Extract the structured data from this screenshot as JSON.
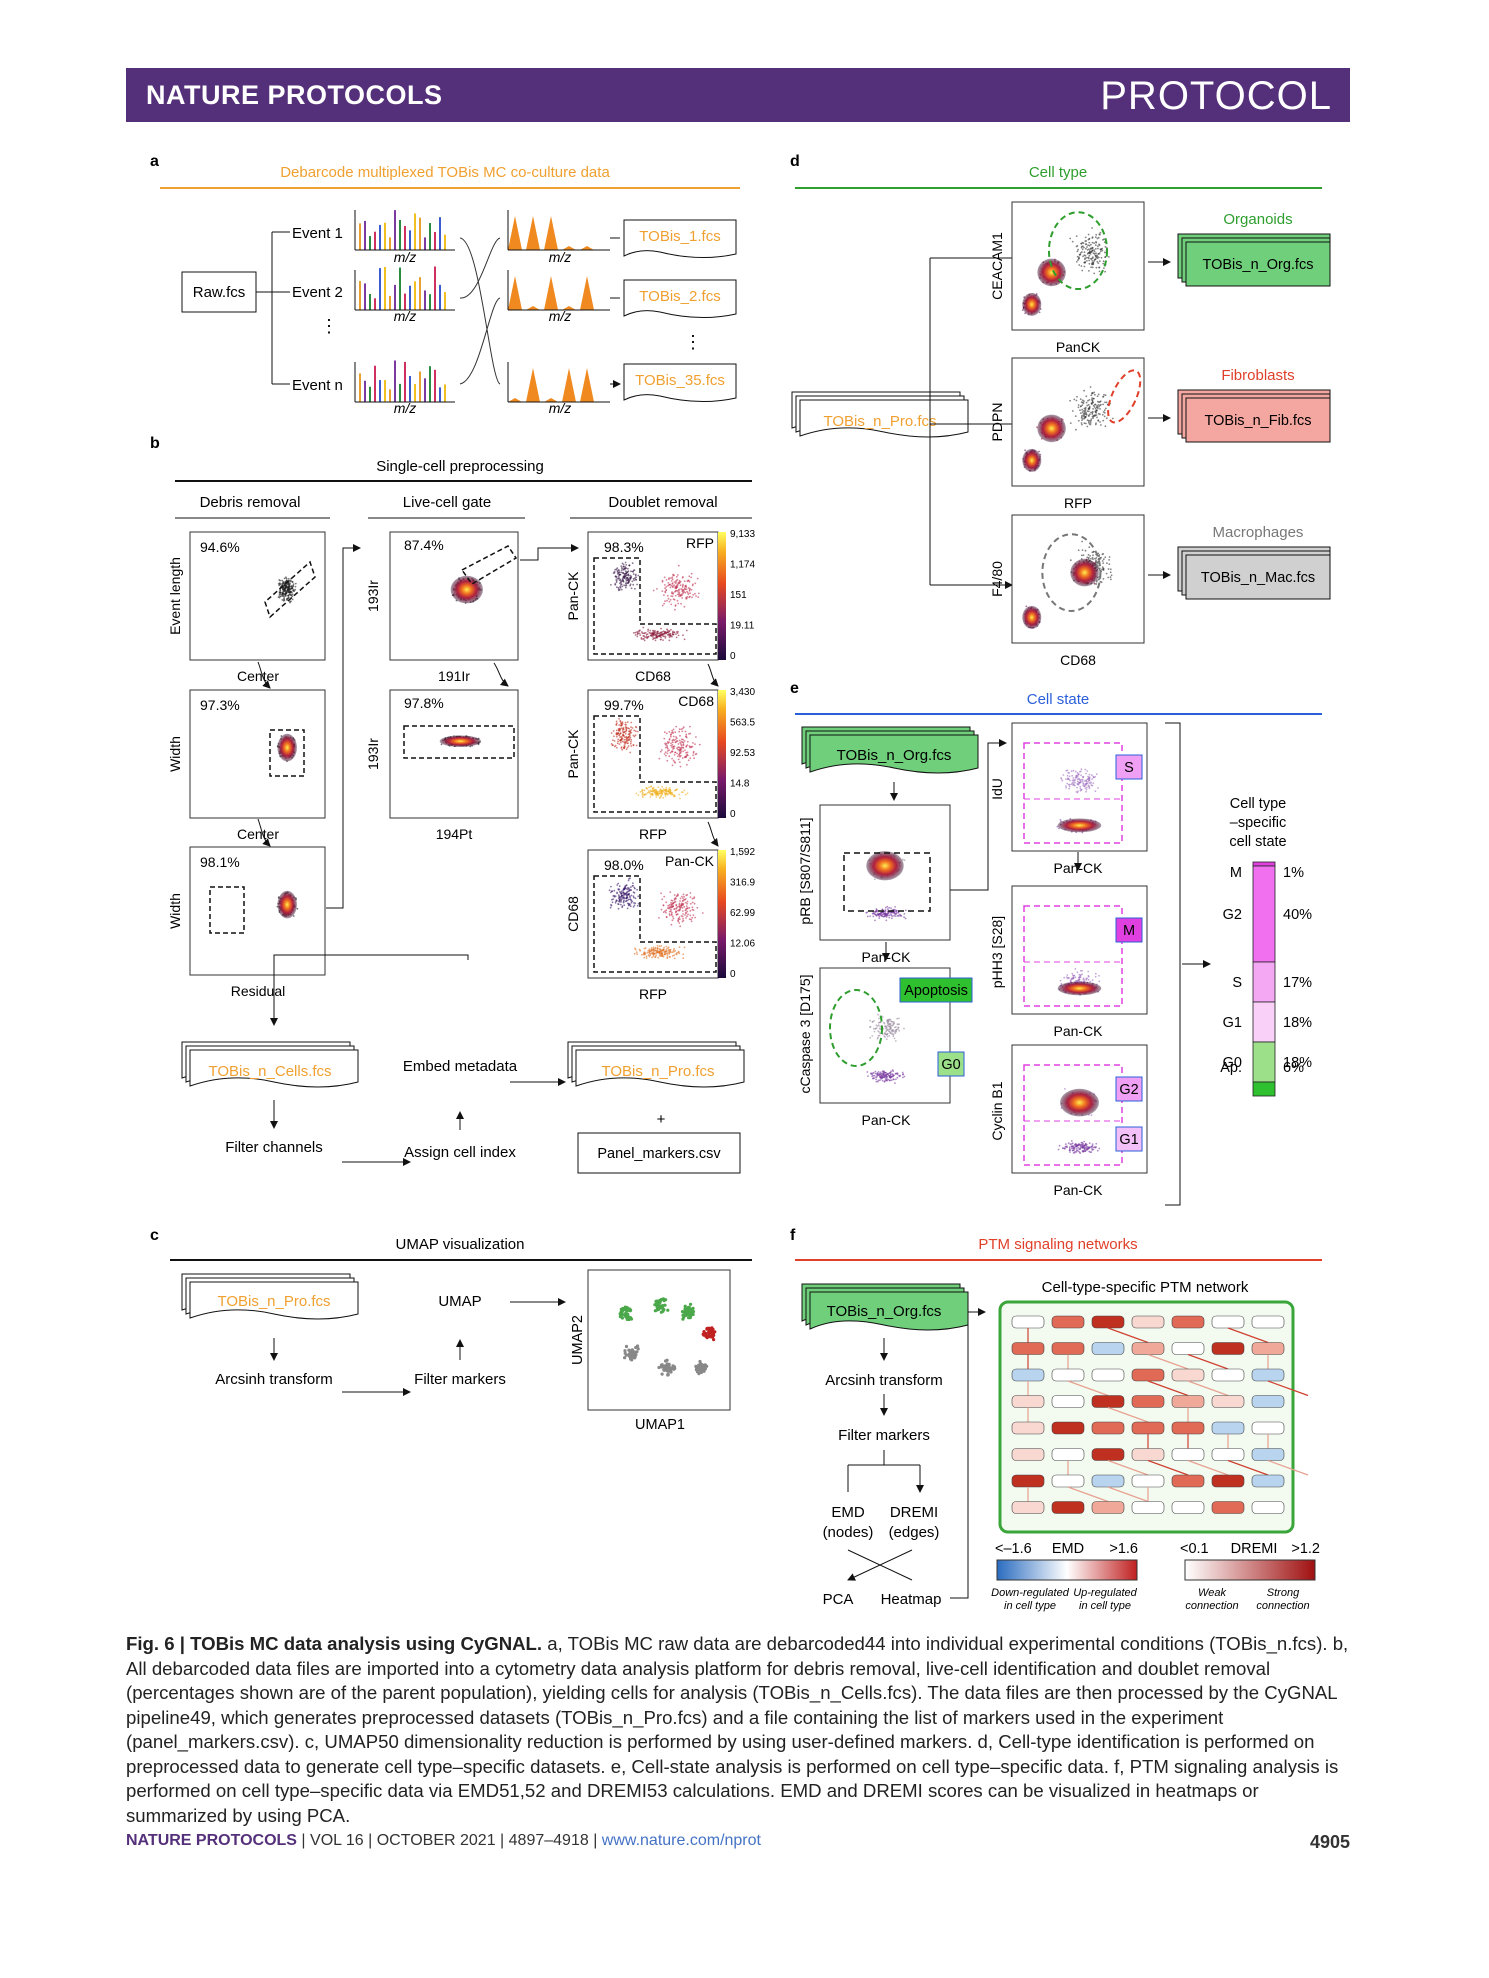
{
  "header": {
    "journal": "NATURE PROTOCOLS",
    "kind": "PROTOCOL"
  },
  "panel_a": {
    "letter": "a",
    "title": "Debarcode multiplexed TOBis MC co-culture data",
    "raw": "Raw.fcs",
    "events": [
      "Event 1",
      "Event 2",
      "Event n"
    ],
    "axis": "m/z",
    "outputs": [
      "TOBis_1.fcs",
      "TOBis_2.fcs",
      "TOBis_35.fcs"
    ]
  },
  "panel_b": {
    "letter": "b",
    "title": "Single-cell preprocessing",
    "columns": [
      "Debris removal",
      "Live-cell gate",
      "Doublet removal"
    ],
    "debris_plots": [
      {
        "pct": "94.6%",
        "x": "Center",
        "y": "Event length"
      },
      {
        "pct": "97.3%",
        "x": "Center",
        "y": "Width"
      },
      {
        "pct": "98.1%",
        "x": "Residual",
        "y": "Width"
      }
    ],
    "live_plots": [
      {
        "pct": "87.4%",
        "x": "191Ir",
        "y": "193Ir"
      },
      {
        "pct": "97.8%",
        "x": "194Pt",
        "y": "193Ir"
      }
    ],
    "doublet_plots": [
      {
        "pct": "98.3%",
        "x": "CD68",
        "y": "Pan-CK",
        "color": "RFP",
        "scale": [
          "9,133",
          "1,174",
          "151",
          "19.11",
          "0"
        ]
      },
      {
        "pct": "99.7%",
        "x": "RFP",
        "y": "Pan-CK",
        "color": "CD68",
        "scale": [
          "3,430",
          "563.5",
          "92.53",
          "14.8",
          "0"
        ]
      },
      {
        "pct": "98.0%",
        "x": "RFP",
        "y": "CD68",
        "color": "Pan-CK",
        "scale": [
          "1,592",
          "316.9",
          "62.99",
          "12.06",
          "0"
        ]
      }
    ],
    "flow": {
      "cells": "TOBis_n_Cells.fcs",
      "embed": "Embed metadata",
      "pro": "TOBis_n_Pro.fcs",
      "plus": "+",
      "filter": "Filter channels",
      "assign": "Assign cell index",
      "panel": "Panel_markers.csv"
    }
  },
  "panel_c": {
    "letter": "c",
    "title": "UMAP visualization",
    "pro": "TOBis_n_Pro.fcs",
    "umap": "UMAP",
    "arcsinh": "Arcsinh transform",
    "filter": "Filter markers",
    "x": "UMAP1",
    "y": "UMAP2"
  },
  "panel_d": {
    "letter": "d",
    "title": "Cell type",
    "pro": "TOBis_n_Pro.fcs",
    "types": [
      {
        "name": "Organoids",
        "file": "TOBis_n_Org.fcs",
        "x": "PanCK",
        "y": "CEACAM1",
        "color": "#2e9e2e",
        "fill": "#6fcf7a"
      },
      {
        "name": "Fibroblasts",
        "file": "TOBis_n_Fib.fcs",
        "x": "RFP",
        "y": "PDPN",
        "color": "#e0402a",
        "fill": "#f4a6a0"
      },
      {
        "name": "Macrophages",
        "file": "TOBis_n_Mac.fcs",
        "x": "CD68",
        "y": "F4/80",
        "color": "#777777",
        "fill": "#d0d0d0"
      }
    ]
  },
  "panel_e": {
    "letter": "e",
    "title": "Cell state",
    "org": "TOBis_n_Org.fcs",
    "plots": [
      {
        "x": "Pan-CK",
        "y": "pRB [S807/S811]"
      },
      {
        "x": "Pan-CK",
        "y": "cCaspase 3 [D175]",
        "tags": [
          "Apoptosis",
          "G0"
        ]
      },
      {
        "x": "Pan-CK",
        "y": "IdU",
        "tags": [
          "S"
        ]
      },
      {
        "x": "Pan-CK",
        "y": "pHH3 [S28]",
        "tags": [
          "M"
        ]
      },
      {
        "x": "Pan-CK",
        "y": "Cyclin B1",
        "tags": [
          "G2",
          "G1"
        ]
      }
    ],
    "summary_title": "Cell type –specific cell state",
    "states": [
      {
        "label": "M",
        "pct": "1%"
      },
      {
        "label": "G2",
        "pct": "40%"
      },
      {
        "label": "S",
        "pct": "17%"
      },
      {
        "label": "G1",
        "pct": "18%"
      },
      {
        "label": "G0",
        "pct": "18%"
      },
      {
        "label": "Ap.",
        "pct": "6%"
      }
    ]
  },
  "panel_f": {
    "letter": "f",
    "title": "PTM signaling networks",
    "org": "TOBis_n_Org.fcs",
    "steps": [
      "Arcsinh transform",
      "Filter markers"
    ],
    "emd": "EMD (nodes)",
    "dremi": "DREMI (edges)",
    "pca": "PCA",
    "heatmap": "Heatmap",
    "network_title": "Cell-type-specific PTM network",
    "emd_scale": {
      "low": "<–1.6",
      "label": "EMD",
      "high": ">1.6",
      "low_desc": "Down-regulated in cell type",
      "high_desc": "Up-regulated in cell type"
    },
    "dremi_scale": {
      "low": "<0.1",
      "label": "DREMI",
      "high": ">1.2",
      "low_desc": "Weak connection",
      "high_desc": "Strong connection"
    }
  },
  "caption": {
    "label": "Fig. 6 | TOBis MC data analysis using CyGNAL.",
    "text": "a, TOBis MC raw data are debarcoded44 into individual experimental conditions (TOBis_n.fcs). b, All debarcoded data files are imported into a cytometry data analysis platform for debris removal, live-cell identification and doublet removal (percentages shown are of the parent population), yielding cells for analysis (TOBis_n_Cells.fcs). The data files are then processed by the CyGNAL pipeline49, which generates preprocessed datasets (TOBis_n_Pro.fcs) and a file containing the list of markers used in the experiment (panel_markers.csv). c, UMAP50 dimensionality reduction is performed by using user-defined markers. d, Cell-type identification is performed on preprocessed data to generate cell type–specific datasets. e, Cell-state analysis is performed on cell type–specific data. f, PTM signaling analysis is performed on cell type–specific data via EMD51,52 and DREMI53 calculations. EMD and DREMI scores can be visualized in heatmaps or summarized by using PCA."
  },
  "footer": {
    "journal": "NATURE PROTOCOLS",
    "vol": "VOL 16",
    "date": "OCTOBER 2021",
    "pages": "4897–4918",
    "url": "www.nature.com/nprot",
    "page": "4905"
  },
  "colors": {
    "banner": "#55307a",
    "panel_a": "#f0a030",
    "panel_d": "#2e9e2e",
    "panel_e": "#2b5fd9",
    "panel_f": "#e0402a"
  }
}
